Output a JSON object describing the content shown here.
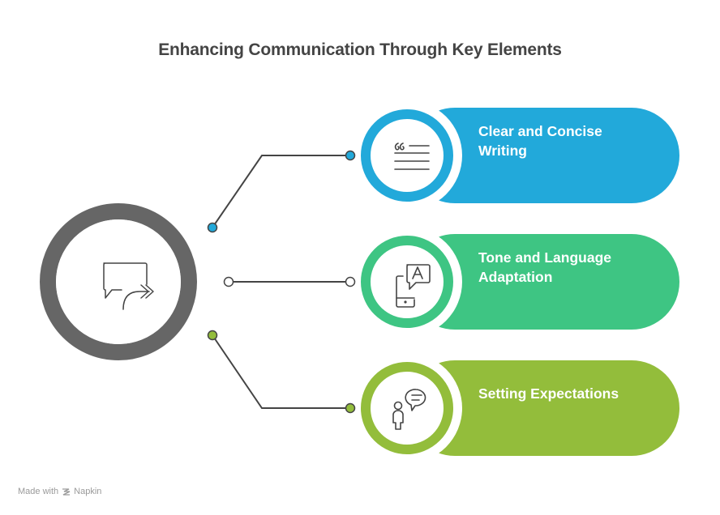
{
  "title": "Enhancing Communication Through Key Elements",
  "hub": {
    "icon": "chat-forward-icon",
    "color": "#666666"
  },
  "items": [
    {
      "label_line1": "Clear and Concise",
      "label_line2": "Writing",
      "icon": "quote-text-icon",
      "color": "#22a9da"
    },
    {
      "label_line1": "Tone and Language",
      "label_line2": "Adaptation",
      "icon": "phone-translate-icon",
      "color": "#3ec583"
    },
    {
      "label_line1": "Setting Expectations",
      "label_line2": "",
      "icon": "person-speech-icon",
      "color": "#93bd3b"
    }
  ],
  "footer": {
    "prefix": "Made with",
    "brand": "Napkin",
    "icon": "napkin-logo-icon"
  }
}
